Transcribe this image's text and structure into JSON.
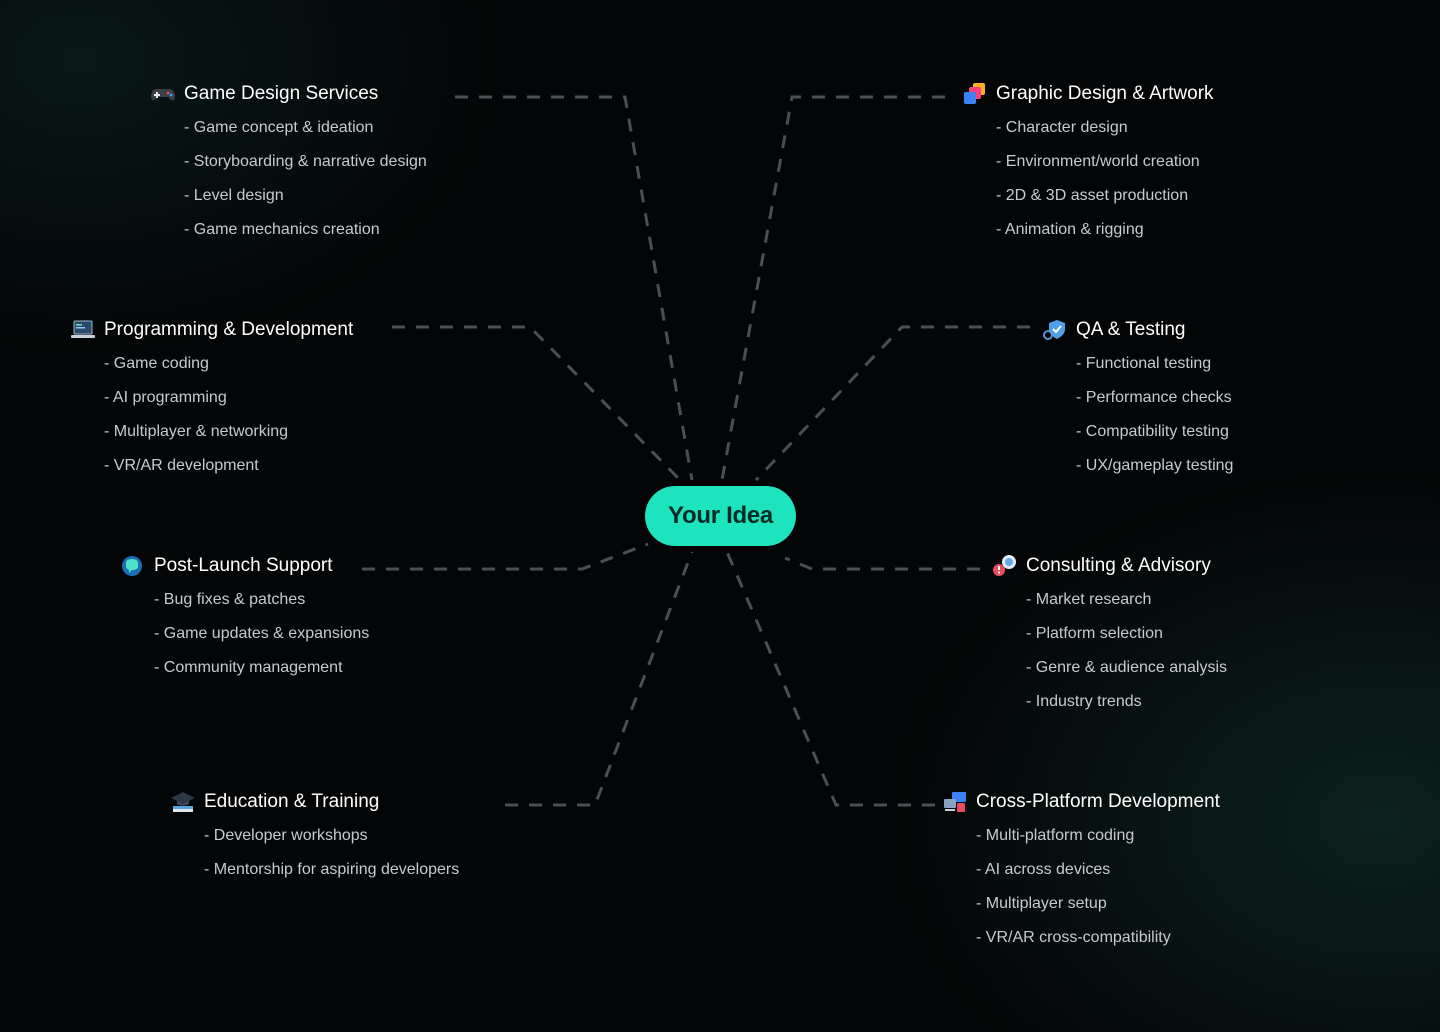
{
  "center": {
    "label": "Your Idea",
    "color": "#1de3be"
  },
  "colors": {
    "connector": "#4a4f54",
    "text_primary": "#ffffff",
    "text_secondary": "#c8cbcd",
    "background": "#040506"
  },
  "groups": [
    {
      "id": "game-design",
      "icon": "gamepad-icon",
      "title": "Game Design Services",
      "items": [
        "Game concept & ideation",
        "Storyboarding & narrative design",
        "Level design",
        "Game mechanics creation"
      ]
    },
    {
      "id": "graphic-design",
      "icon": "artwork-icon",
      "title": "Graphic Design & Artwork",
      "items": [
        "Character design",
        "Environment/world creation",
        "2D & 3D asset production",
        "Animation & rigging"
      ]
    },
    {
      "id": "programming",
      "icon": "laptop-icon",
      "title": "Programming & Development",
      "items": [
        "Game coding",
        "AI programming",
        "Multiplayer & networking",
        "VR/AR development"
      ]
    },
    {
      "id": "qa-testing",
      "icon": "shield-check-icon",
      "title": "QA & Testing",
      "items": [
        "Functional testing",
        "Performance checks",
        "Compatibility testing",
        "UX/gameplay testing"
      ]
    },
    {
      "id": "post-launch",
      "icon": "support-chat-icon",
      "title": "Post-Launch Support",
      "items": [
        "Bug fixes & patches",
        "Game updates & expansions",
        "Community management"
      ]
    },
    {
      "id": "consulting",
      "icon": "speech-bubbles-icon",
      "title": "Consulting & Advisory",
      "items": [
        "Market research",
        "Platform selection",
        "Genre & audience analysis",
        "Industry trends"
      ]
    },
    {
      "id": "education",
      "icon": "graduation-cap-icon",
      "title": "Education & Training",
      "items": [
        "Developer workshops",
        "Mentorship for aspiring developers"
      ]
    },
    {
      "id": "cross-platform",
      "icon": "devices-icon",
      "title": "Cross-Platform Development",
      "items": [
        "Multi-platform coding",
        "AI across devices",
        "Multiplayer setup",
        "VR/AR cross-compatibility"
      ]
    }
  ]
}
